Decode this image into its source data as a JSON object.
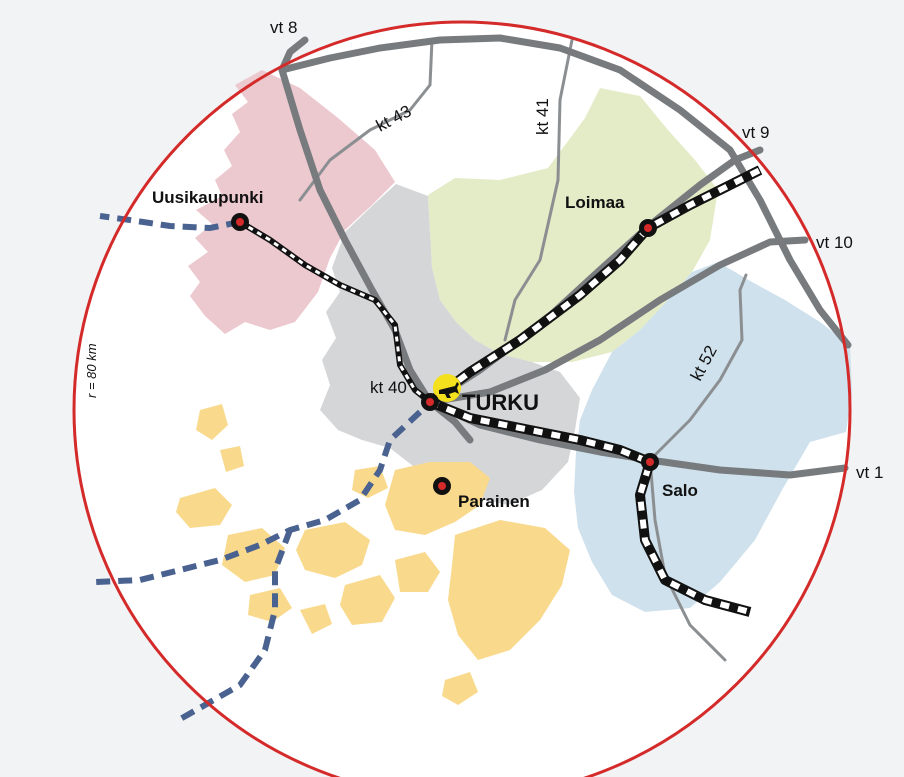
{
  "map": {
    "colors": {
      "background": "#f2f3f4",
      "region_west": "#ecc8cf",
      "region_north": "#e4ebc7",
      "region_central": "#d5d6d8",
      "region_east": "#cfe1ec",
      "archipelago": "#f9d98c",
      "radius_circle": "#d42a2a",
      "road": "#777b7e",
      "minor_road": "#8b8f92",
      "ferry": "#4a6290",
      "railway": "#111111",
      "airport": "#f5e01e"
    },
    "radius_label": "r = 80 km",
    "cities": [
      {
        "id": "turku",
        "name": "TURKU"
      },
      {
        "id": "uusikaupunki",
        "name": "Uusikaupunki"
      },
      {
        "id": "loimaa",
        "name": "Loimaa"
      },
      {
        "id": "salo",
        "name": "Salo"
      },
      {
        "id": "parainen",
        "name": "Parainen"
      }
    ],
    "roads": [
      {
        "id": "vt8",
        "label": "vt 8"
      },
      {
        "id": "vt9",
        "label": "vt 9"
      },
      {
        "id": "vt10",
        "label": "vt 10"
      },
      {
        "id": "vt1",
        "label": "vt 1"
      },
      {
        "id": "kt43",
        "label": "kt 43"
      },
      {
        "id": "kt41",
        "label": "kt 41"
      },
      {
        "id": "kt40",
        "label": "kt 40"
      },
      {
        "id": "kt52",
        "label": "kt 52"
      }
    ],
    "airport_icon": "airplane-icon"
  }
}
